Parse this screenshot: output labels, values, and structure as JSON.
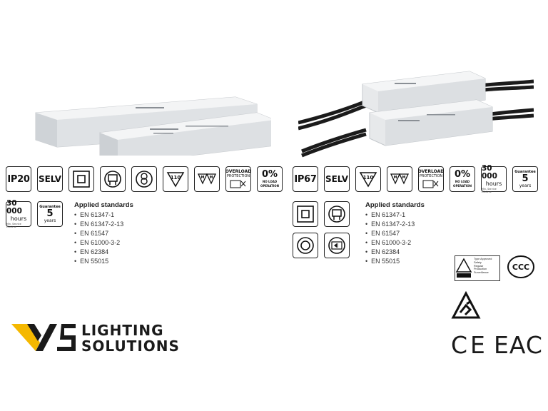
{
  "product_images": {
    "left_alt": "Two white LED driver housings, IP20 version",
    "right_alt": "Two white LED driver housings with black cables, IP67 version"
  },
  "left_panel": {
    "badges": {
      "ip": "IP20",
      "selv": "SELV",
      "overload_line1": "OVERLOAD",
      "overload_line2": "PROTECTION",
      "noload_pct": "0%",
      "noload_line1": "NO LOAD",
      "noload_line2": "OPERATION",
      "temp": "110",
      "hours_num": "30 000",
      "hours_label": "hours",
      "hours_sub": "Min. Service Lifetime",
      "guarantee_top": "Guarantee",
      "guarantee_num": "5",
      "guarantee_unit": "years"
    },
    "standards_title": "Applied standards",
    "standards": [
      "EN 61347-1",
      "EN 61347-2-13",
      "EN 61547",
      "EN 61000-3-2",
      "EN 62384",
      "EN 55015"
    ]
  },
  "right_panel": {
    "badges": {
      "ip": "IP67",
      "selv": "SELV",
      "temp": "110",
      "overload_line1": "OVERLOAD",
      "overload_line2": "PROTECTION",
      "noload_pct": "0%",
      "noload_line1": "NO LOAD",
      "noload_line2": "OPERATION",
      "hours_num": "30 000",
      "hours_label": "hours",
      "hours_sub": "Min. Service Lifetime",
      "guarantee_top": "Guarantee",
      "guarantee_num": "5",
      "guarantee_unit": "years"
    },
    "standards_title": "Applied standards",
    "standards": [
      "EN 61347-1",
      "EN 61347-2-13",
      "EN 61547",
      "EN 61000-3-2",
      "EN 62384",
      "EN 55015"
    ],
    "certifications": {
      "tuv_lines": [
        "Type Approved",
        "Safety",
        "Regular",
        "Production",
        "Surveillance"
      ],
      "ccc": "CCC",
      "ce": "CE",
      "eac": "EAC"
    }
  },
  "brand": {
    "line1": "LIGHTING",
    "line2": "SOLUTIONS",
    "accent_color": "#f5b800"
  }
}
